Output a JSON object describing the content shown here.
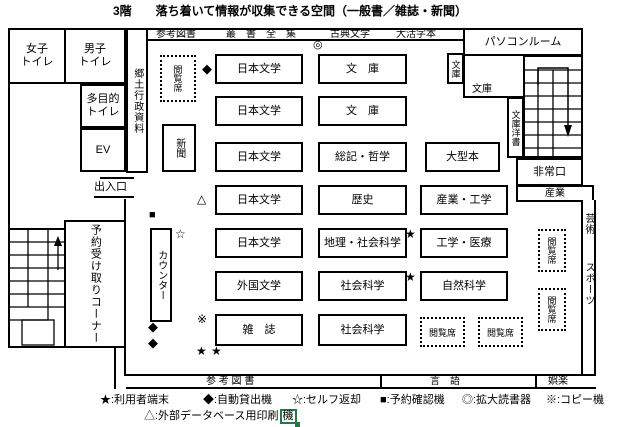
{
  "title": "3階　　落ち着いて情報が収集できる空間（一般書／雑誌・新聞）",
  "rooms": {
    "womens_toilet": "女子\nトイレ",
    "mens_toilet": "男子\nトイレ",
    "multipurpose_toilet": "多目的\nトイレ",
    "elevator": "EV",
    "local_materials": "郷土行政資料",
    "entrance": "出入口",
    "pickup_corner": "予約受け取りコーナー",
    "counter": "カウンター",
    "pc_room": "パソコンルーム",
    "newspaper": "新聞",
    "reading_seat": "閲覧席",
    "emergency_exit": "非常口",
    "industry": "産業"
  },
  "wall_labels": {
    "top": [
      "参考図書",
      "叢　書",
      "全　集",
      "古典文学",
      "大活字本"
    ],
    "bottom": [
      "参 考 図 書",
      "言　語",
      "娯楽"
    ],
    "right": [
      "芸術",
      "スポーツ"
    ],
    "bunko_vertical": "文庫",
    "bunko_horizontal": "文庫",
    "bunko_yosho": "文庫洋書"
  },
  "shelves": {
    "col1": [
      "日本文学",
      "日本文学",
      "日本文学",
      "日本文学",
      "日本文学",
      "外国文学",
      "雑　誌"
    ],
    "col2": [
      "文　庫",
      "文　庫",
      "総記・哲学",
      "歴史",
      "地理・社会科学",
      "社会科学",
      "社会科学"
    ],
    "col3": [
      "大型本",
      "産業・工学",
      "工学・医療",
      "自然科学"
    ]
  },
  "markers": {
    "self_checkout": "◆",
    "magnifier": "◎",
    "db_printer": "△",
    "reservation_check": "■",
    "self_return": "☆",
    "copier": "※",
    "user_terminal": "★"
  },
  "legend": {
    "row1": [
      "★:利用者端末",
      "◆:自動貸出機",
      "☆:セルフ返却",
      "■:予約確認機",
      "◎:拡大読書器",
      "※:コピー機"
    ],
    "row2_prefix": "△:外部データベース用印刷",
    "row2_boxed": "機"
  },
  "colors": {
    "line": "#000000",
    "selection_green": "#1f7a46"
  }
}
